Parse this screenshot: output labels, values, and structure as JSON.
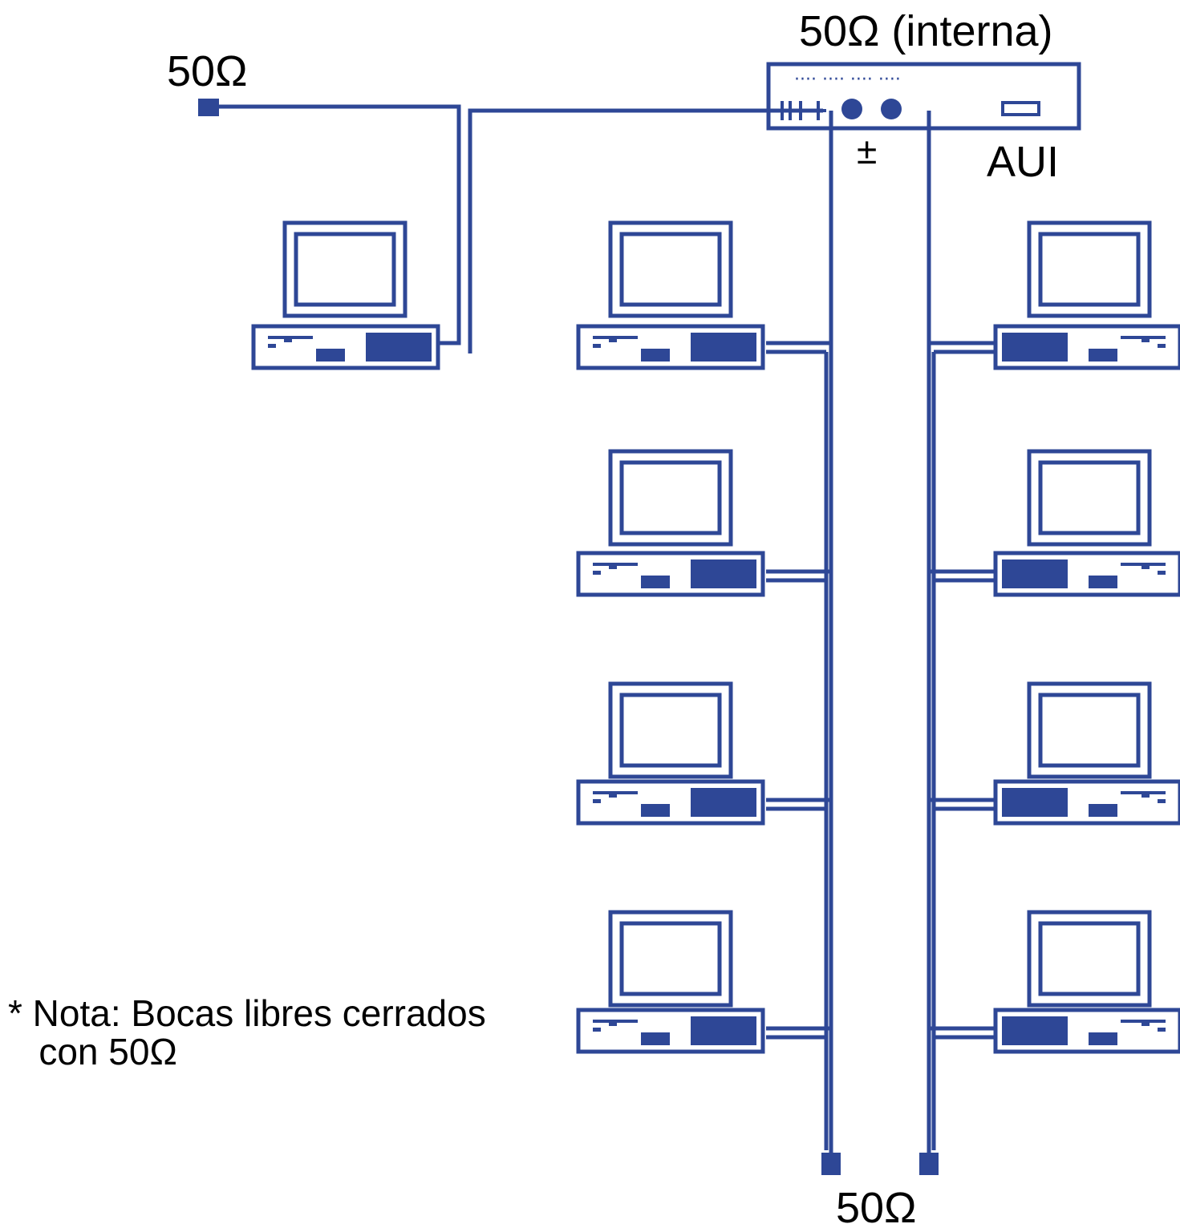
{
  "colors": {
    "line": "#2e4796",
    "background": "#ffffff",
    "text": "#000000"
  },
  "labels": {
    "terminator_left": "50Ω",
    "hub_internal": "50Ω (interna)",
    "ground_symbol": "±",
    "aui": "AUI",
    "terminator_bottom": "50Ω"
  },
  "note": {
    "line1": "* Nota: Bocas libres cerrados",
    "line2": "   con 50Ω"
  },
  "hub": {
    "indicator_dots": "···· ···· ···· ····",
    "icons": [
      "bnc-connector-icon",
      "led-icon",
      "led-icon",
      "aui-port-icon"
    ]
  },
  "icons": [
    "computer-icon",
    "terminator-icon"
  ]
}
